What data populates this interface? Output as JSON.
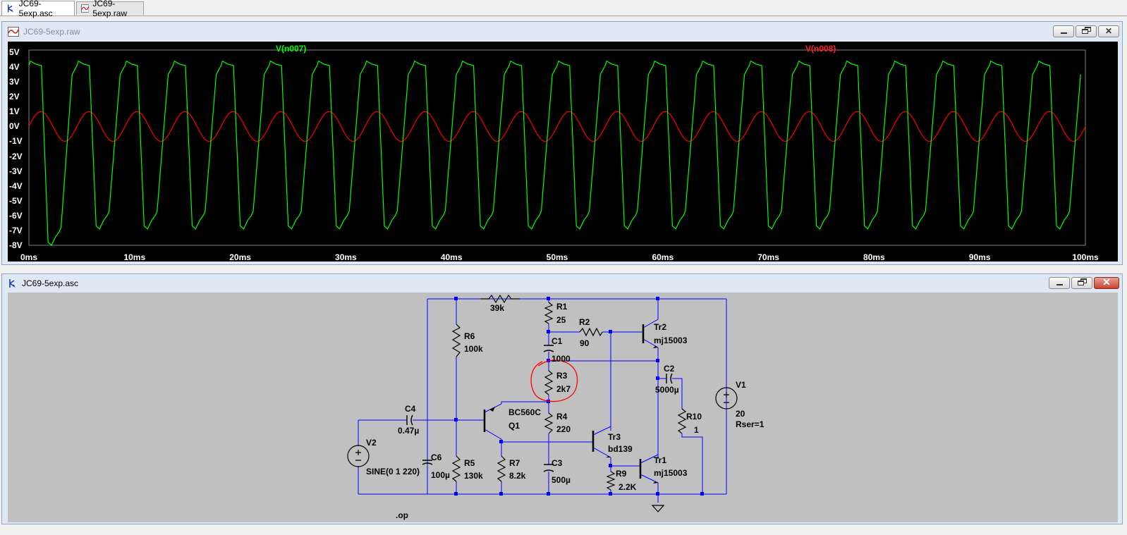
{
  "tabs": [
    {
      "label": "JC69-5exp.asc",
      "icon": "schematic-icon",
      "active": true
    },
    {
      "label": "JC69-5exp.raw",
      "icon": "waveform-icon",
      "active": false
    }
  ],
  "waveform_window": {
    "title": "JC69-5exp.raw",
    "icon": "waveform-icon",
    "background": "#000000",
    "chart_data": {
      "type": "line",
      "x": {
        "unit": "ms",
        "range": [
          0,
          100
        ],
        "ticks": [
          "0ms",
          "10ms",
          "20ms",
          "30ms",
          "40ms",
          "50ms",
          "60ms",
          "70ms",
          "80ms",
          "90ms",
          "100ms"
        ]
      },
      "y": {
        "unit": "V",
        "range": [
          -8,
          5
        ],
        "ticks": [
          "5V",
          "4V",
          "3V",
          "2V",
          "1V",
          "0V",
          "-1V",
          "-2V",
          "-3V",
          "-4V",
          "-5V",
          "-6V",
          "-7V",
          "-8V"
        ]
      },
      "series": [
        {
          "name": "V(n007)",
          "color": "#00ff00",
          "shape": "clipped-square",
          "frequency_hz": 220,
          "high_v": 4.4,
          "low_v": -6.9,
          "first_cycle_low_v": -8.0
        },
        {
          "name": "V(n008)",
          "color": "#ff0000",
          "shape": "sine",
          "frequency_hz": 220,
          "amplitude_v": 1.0,
          "offset_v": 0
        }
      ],
      "grid": false,
      "legend": "top"
    }
  },
  "schematic_window": {
    "title": "JC69-5exp.asc",
    "icon": "schematic-icon",
    "background": "#c0c0c0",
    "highlight_color": "#ff0000",
    "labels": {
      "r39k": "39k",
      "r1": "R1",
      "r1v": "25",
      "r2": "R2",
      "r2v": "90",
      "c1": "C1",
      "c1v": "1000",
      "r3": "R3",
      "r3v": "2k7",
      "r4": "R4",
      "r4v": "220",
      "r6": "R6",
      "r6v": "100k",
      "r5": "R5",
      "r5v": "130k",
      "r7": "R7",
      "r7v": "8.2k",
      "c3": "C3",
      "c3v": "500µ",
      "c4": "C4",
      "c4v": "0.47µ",
      "c6": "C6",
      "c6v": "100µ",
      "c2": "C2",
      "c2v": "5000µ",
      "r9": "R9",
      "r9v": "2.2K",
      "r10": "R10",
      "r10v": "1",
      "q1": "BC560C",
      "q1n": "Q1",
      "tr2": "Tr2",
      "tr2m": "mj15003",
      "tr3": "Tr3",
      "tr3m": "bd139",
      "tr1": "Tr1",
      "tr1m": "mj15003",
      "v1": "V1",
      "v1v": "20",
      "v1r": "Rser=1",
      "v2": "V2",
      "v2v": "SINE(0 1 220)",
      "directive": ".op"
    }
  }
}
